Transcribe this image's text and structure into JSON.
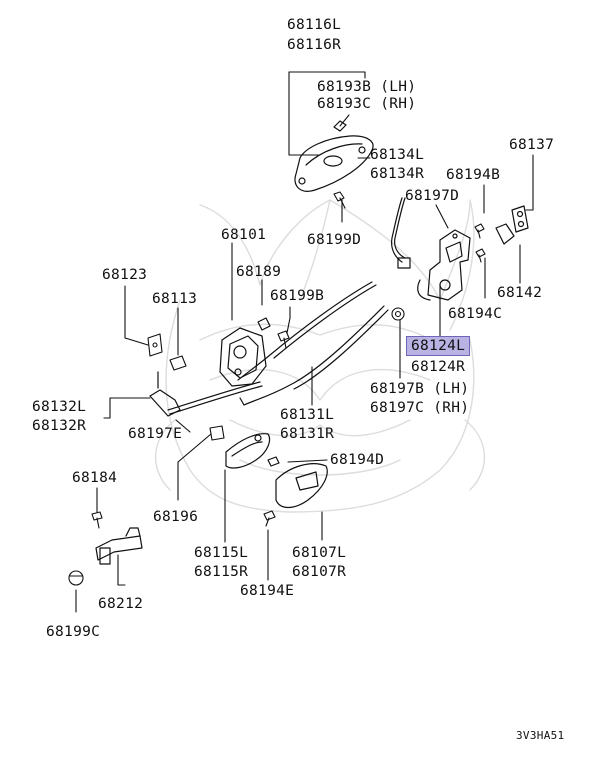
{
  "diagram": {
    "highlight_color": "#b9b3e3",
    "diagram_code": "3V3HA51",
    "labels": {
      "p68116L": "68116L",
      "p68116R": "68116R",
      "p68193B": "68193B (LH)",
      "p68193C": "68193C (RH)",
      "p68134L": "68134L",
      "p68134R": "68134R",
      "p68137": "68137",
      "p68194B": "68194B",
      "p68197D": "68197D",
      "p68199D": "68199D",
      "p68101": "68101",
      "p68189": "68189",
      "p68123": "68123",
      "p68113": "68113",
      "p68199B": "68199B",
      "p68142": "68142",
      "p68194C": "68194C",
      "p68124L": "68124L",
      "p68124R": "68124R",
      "p68197B": "68197B (LH)",
      "p68197C": "68197C (RH)",
      "p68132L": "68132L",
      "p68132R": "68132R",
      "p68197E": "68197E",
      "p68131L": "68131L",
      "p68131R": "68131R",
      "p68184": "68184",
      "p68194D": "68194D",
      "p68196": "68196",
      "p68115L": "68115L",
      "p68115R": "68115R",
      "p68107L": "68107L",
      "p68107R": "68107R",
      "p68194E": "68194E",
      "p68212": "68212",
      "p68199C": "68199C"
    }
  }
}
